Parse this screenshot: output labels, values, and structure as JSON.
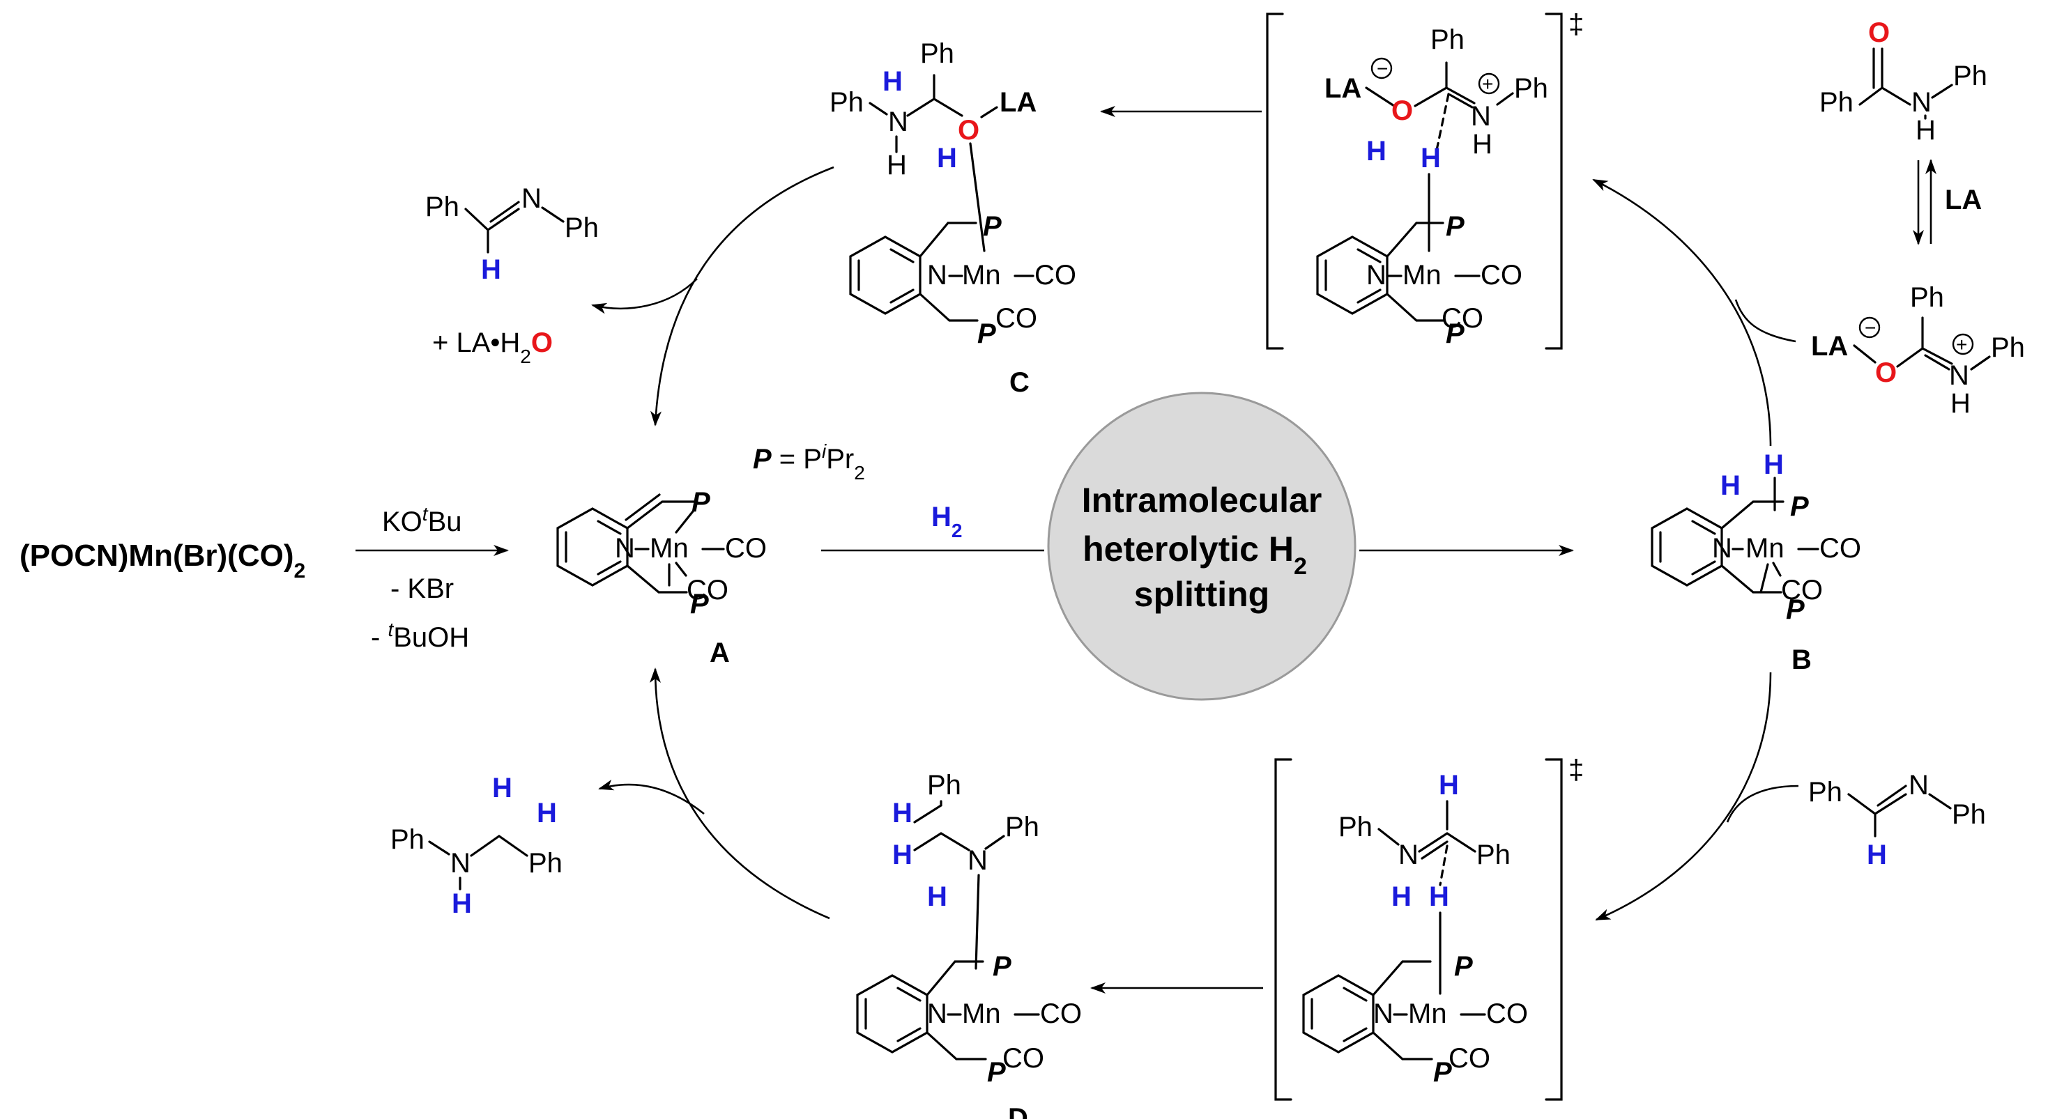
{
  "precursor": {
    "label": "(POCN)Mn(Br)(CO)",
    "sub": "2"
  },
  "step_precursor": {
    "reagent_a": "KO",
    "reagent_a_sup": "t",
    "reagent_a_b": "Bu",
    "byproduct_1": "- KBr",
    "byproduct_2_pre": "- ",
    "byproduct_2_sup": "t",
    "byproduct_2_b": "BuOH"
  },
  "p_definition": {
    "P": "P",
    "eq": " = P",
    "sup": "i",
    "pr": "Pr",
    "sub": "2"
  },
  "center": {
    "line1": "Intramolecular",
    "line2": "heterolytic H",
    "line2_sub": "2",
    "line3": "splitting"
  },
  "h2_reagent": {
    "label": "H",
    "sub": "2"
  },
  "compounds": {
    "A": "A",
    "B": "B",
    "C": "C",
    "D": "D"
  },
  "atoms": {
    "N": "N",
    "Mn": "Mn",
    "CO": "CO",
    "P": "P",
    "H": "H",
    "O": "O",
    "Ph": "Ph",
    "LA": "LA",
    "dagger": "‡",
    "minus": "−",
    "plus": "+"
  },
  "products": {
    "imine_H": "H",
    "plus_la_water_pre": "+  LA•H",
    "plus_la_water_sub": "2",
    "plus_la_water_O": "O"
  },
  "la_equilibrium": {
    "label": "LA"
  },
  "colors": {
    "hydride_blue": "#1a1adb",
    "oxygen_red": "#e8161a",
    "circle_fill": "#d9d9d9"
  }
}
